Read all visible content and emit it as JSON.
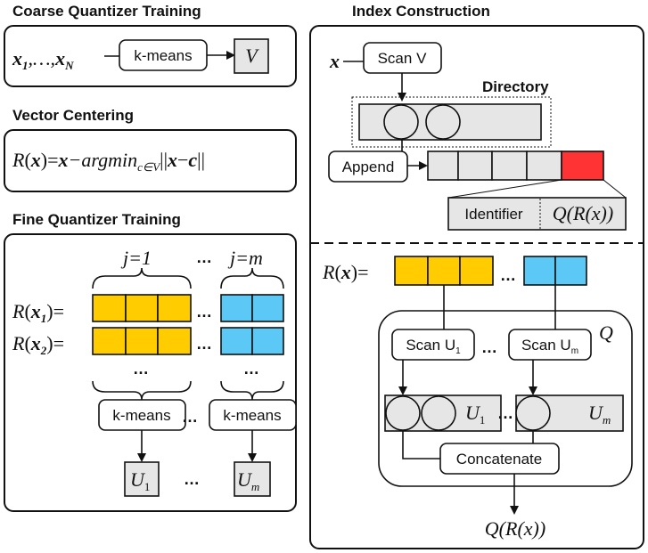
{
  "sections": {
    "coarse": "Coarse Quantizer Training",
    "centering": "Vector Centering",
    "fine": "Fine Quantizer Training",
    "index": "Index Construction"
  },
  "coarse": {
    "input_x": "x",
    "input_sub1": "1",
    "input_sep": ",…,",
    "input_subN": "N",
    "kmeans": "k-means",
    "output": "V"
  },
  "centering": {
    "lhs": "R",
    "x": "x",
    "eq": "=",
    "minus_argmin": "−argmin",
    "sub": "c∈V",
    "norm_open": "||",
    "minus": "−",
    "c": "c",
    "norm_close": "||"
  },
  "fine": {
    "j1": "j=1",
    "jm": "j=m",
    "dots": "…",
    "row1_lhs": "R",
    "row1_x": "x",
    "row1_sub": "1",
    "row2_lhs": "R",
    "row2_x": "x",
    "row2_sub": "2",
    "eq": "=",
    "vdots": "…",
    "kmeans_left": "k-means",
    "kmeans_right": "k-means",
    "u1": "U",
    "u1_sub": "1",
    "um": "U",
    "um_sub": "m"
  },
  "index": {
    "x": "x",
    "scan_v": "Scan V",
    "directory": "Directory",
    "append": "Append",
    "identifier": "Identifier",
    "q_of_r": "Q(R(x))",
    "rx_lhs": "R",
    "rx_x": "x",
    "rx_eq": "=",
    "dots": "…",
    "q_label": "Q",
    "scan_u1": "Scan U",
    "scan_u1_sub": "1",
    "scan_um": "Scan U",
    "scan_um_sub": "m",
    "u1": "U",
    "u1_sub": "1",
    "um": "U",
    "um_sub": "m",
    "concatenate": "Concatenate",
    "output": "Q(R(x))"
  },
  "colors": {
    "yellow": "#ffcc00",
    "blue": "#5bc8f5",
    "red": "#ff3333",
    "gray": "#e6e6e6"
  }
}
